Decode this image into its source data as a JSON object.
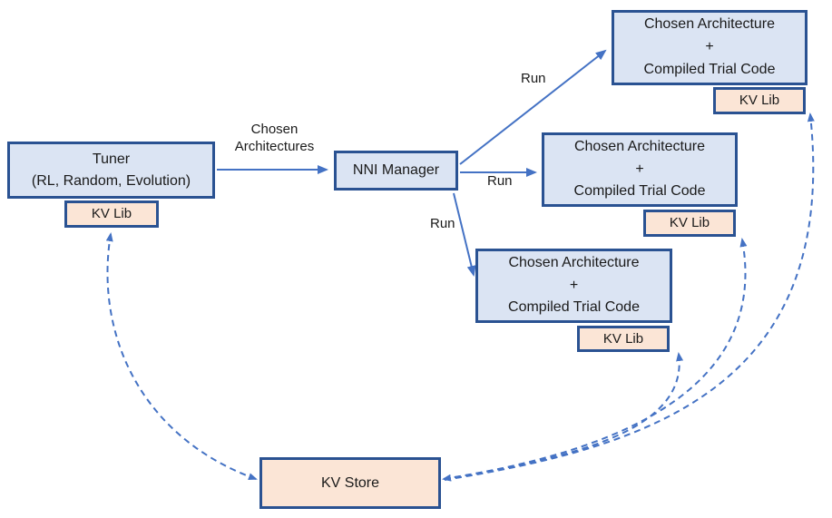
{
  "colors": {
    "arrow": "#4472c4",
    "node_border": "#2a5292",
    "node_fill": "#dbe4f3",
    "kv_fill": "#fbe5d6",
    "text": "#1a1a1a"
  },
  "nodes": {
    "tuner": {
      "line1": "Tuner",
      "line2": "(RL, Random, Evolution)",
      "kv_lib": "KV Lib"
    },
    "nni_manager": "NNI Manager",
    "trials": [
      {
        "line1": "Chosen Architecture",
        "line2": "+",
        "line3": "Compiled Trial Code",
        "kv_lib": "KV Lib"
      },
      {
        "line1": "Chosen Architecture",
        "line2": "+",
        "line3": "Compiled Trial Code",
        "kv_lib": "KV Lib"
      },
      {
        "line1": "Chosen Architecture",
        "line2": "+",
        "line3": "Compiled Trial Code",
        "kv_lib": "KV Lib"
      }
    ],
    "kv_store": "KV Store"
  },
  "edge_labels": {
    "chosen_architectures_line1": "Chosen",
    "chosen_architectures_line2": "Architectures",
    "run_to_top_trial": "Run",
    "run_to_middle_trial": "Run",
    "run_to_bottom_trial": "Run"
  }
}
